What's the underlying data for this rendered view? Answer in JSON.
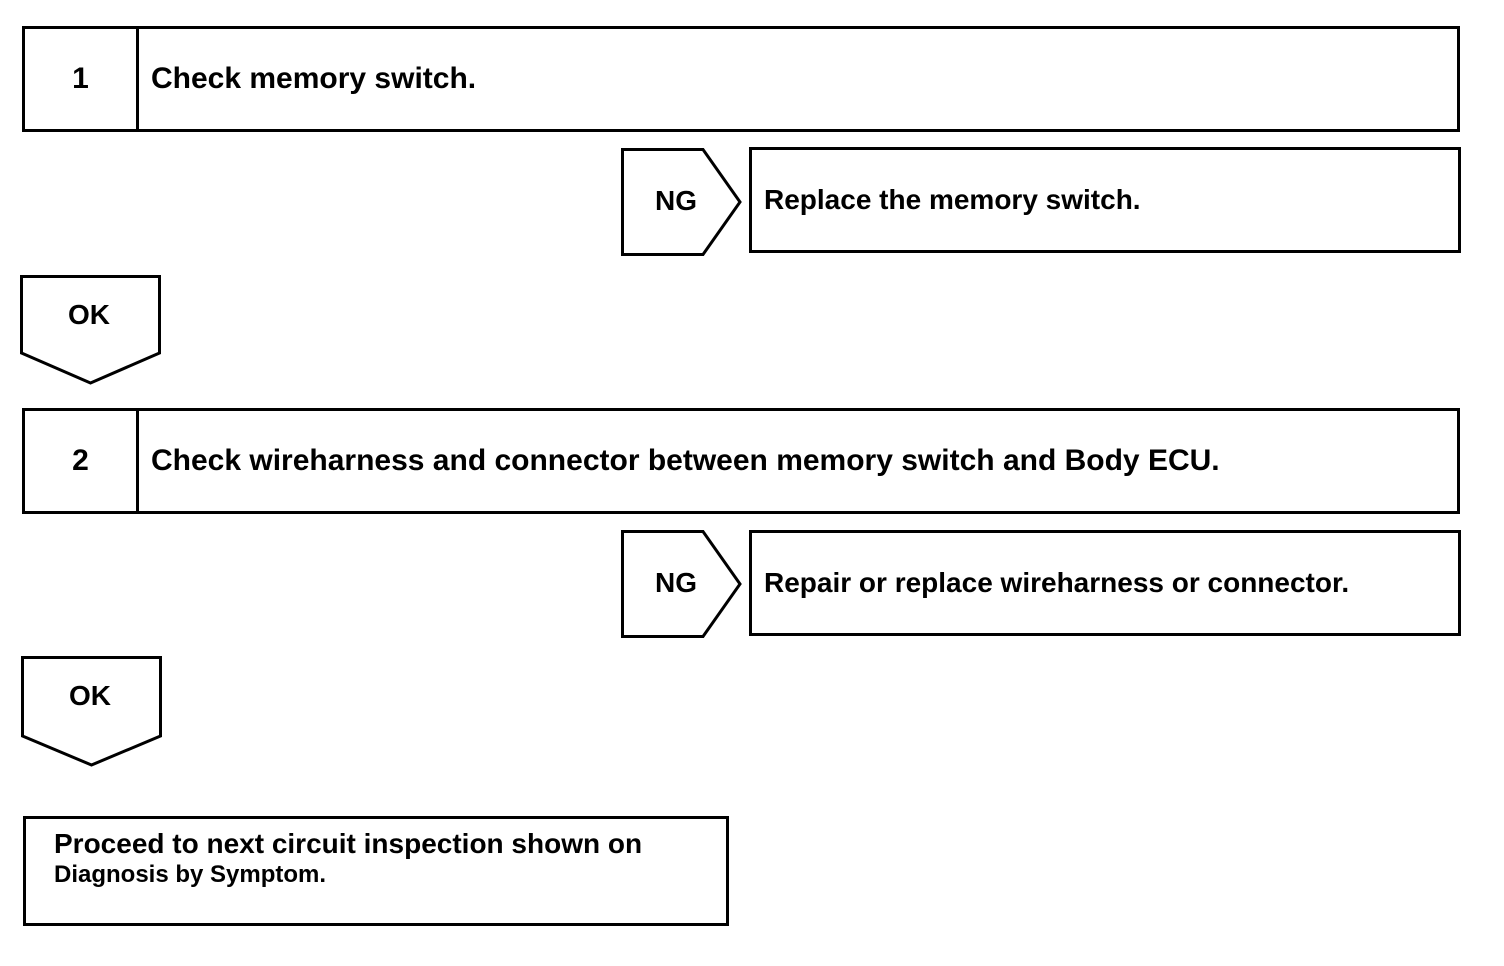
{
  "steps": [
    {
      "number": "1",
      "text": "Check memory switch."
    },
    {
      "number": "2",
      "text": "Check wireharness and connector between memory switch and Body ECU."
    }
  ],
  "ng_results": [
    {
      "label": "NG",
      "text": "Replace the memory switch."
    },
    {
      "label": "NG",
      "text": "Repair or replace wireharness or connector."
    }
  ],
  "ok_labels": [
    "OK",
    "OK"
  ],
  "final": {
    "line1": "Proceed to next circuit inspection shown on",
    "line2": "Diagnosis by Symptom."
  }
}
